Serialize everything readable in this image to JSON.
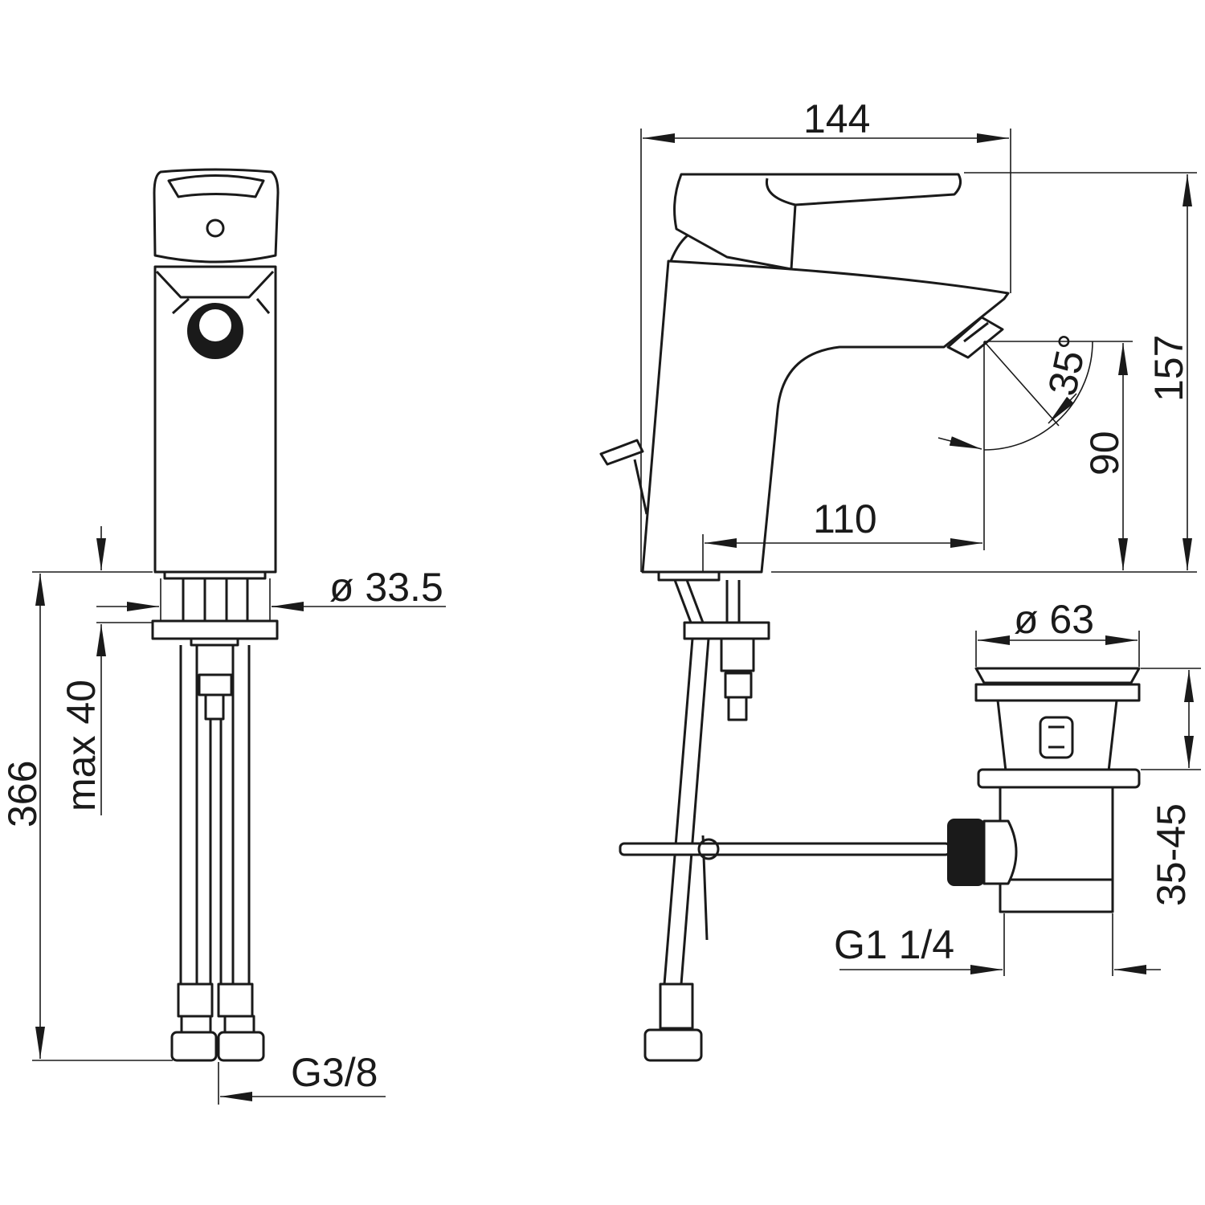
{
  "dimensions": {
    "width_144": "144",
    "height_157": "157",
    "angle_35": "35°",
    "height_90": "90",
    "reach_110": "110",
    "diameter_33_5": "ø 33.5",
    "max_40": "max 40",
    "length_366": "366",
    "thread_g3_8": "G3/8",
    "diameter_63": "ø 63",
    "range_35_45": "35-45",
    "thread_g1_1_4": "G1 1/4"
  },
  "colors": {
    "line": "#1a1a1a",
    "background": "#ffffff"
  }
}
